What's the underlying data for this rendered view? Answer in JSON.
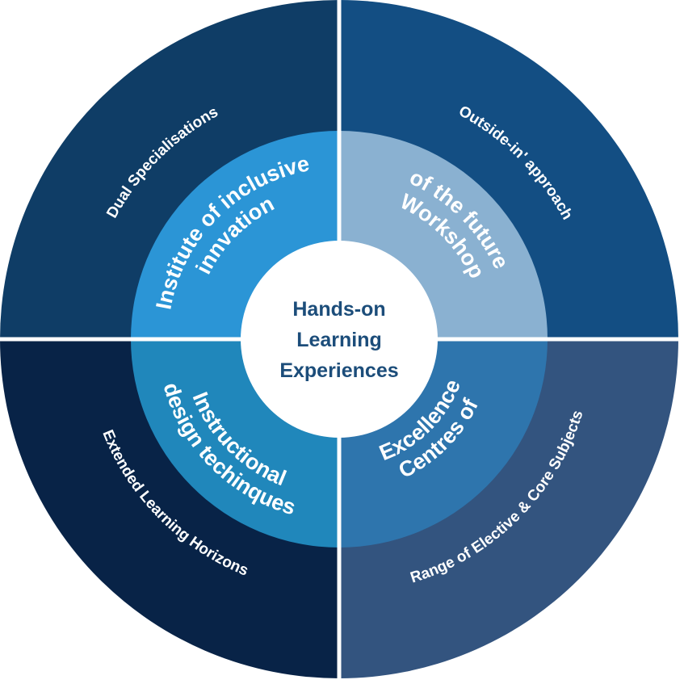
{
  "diagram": {
    "colors": {
      "outer_top_left": "#0f3d66",
      "outer_top_right": "#134e83",
      "outer_bottom_left": "#082347",
      "outer_bottom_right": "#33547f",
      "inner_top_left": "#2b95d6",
      "inner_top_right": "#8ab1d1",
      "inner_bottom_left": "#2087bb",
      "inner_bottom_right": "#2e75ad",
      "center": "#ffffff",
      "center_text": "#1c4d7a",
      "divider": "#ffffff"
    },
    "outer": {
      "top_left": "Dual Specialisations",
      "top_right": "Outside-in' approach",
      "bottom_right": "Range of Elective & Core Subjects",
      "bottom_left": "Extended Learning Horizons"
    },
    "inner": {
      "top_left": [
        "Institute of inclusive",
        "innvation"
      ],
      "top_right": [
        "Workshop",
        "of the future"
      ],
      "bottom_right": [
        "Centres of",
        "Excellence"
      ],
      "bottom_left": [
        "Instructional",
        "design techinques"
      ]
    },
    "center": [
      "Hands-on",
      "Learning",
      "Experiences"
    ]
  }
}
